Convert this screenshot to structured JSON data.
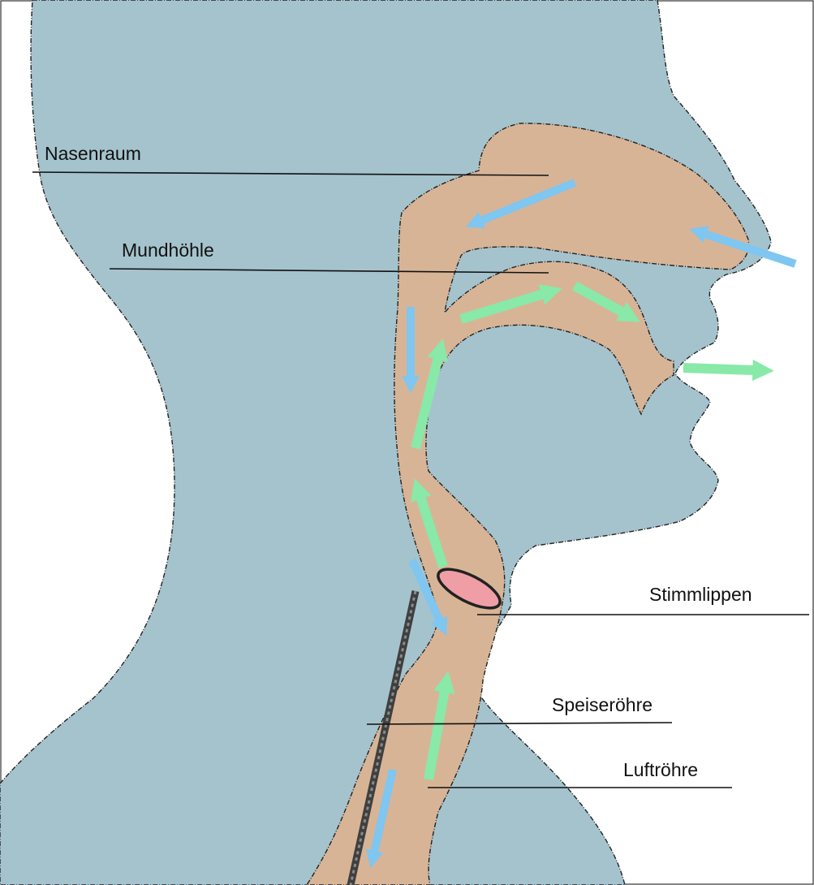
{
  "labels": {
    "nasal_cavity": "Nasenraum",
    "oral_cavity": "Mundhöhle",
    "vocal_folds": "Stimmlippen",
    "esophagus": "Speiseröhre",
    "trachea": "Luftröhre"
  },
  "colors": {
    "head_fill": "#a5c3cd",
    "cavity_fill": "#d8b496",
    "inhale_arrow": "#7fc6f0",
    "exhale_arrow": "#88e9a8",
    "vocal_fold_fill": "#ef9ea6",
    "esophagus_line": "#555555"
  },
  "legend_meaning": {
    "inhale_arrow": "blue",
    "exhale_arrow": "green"
  }
}
